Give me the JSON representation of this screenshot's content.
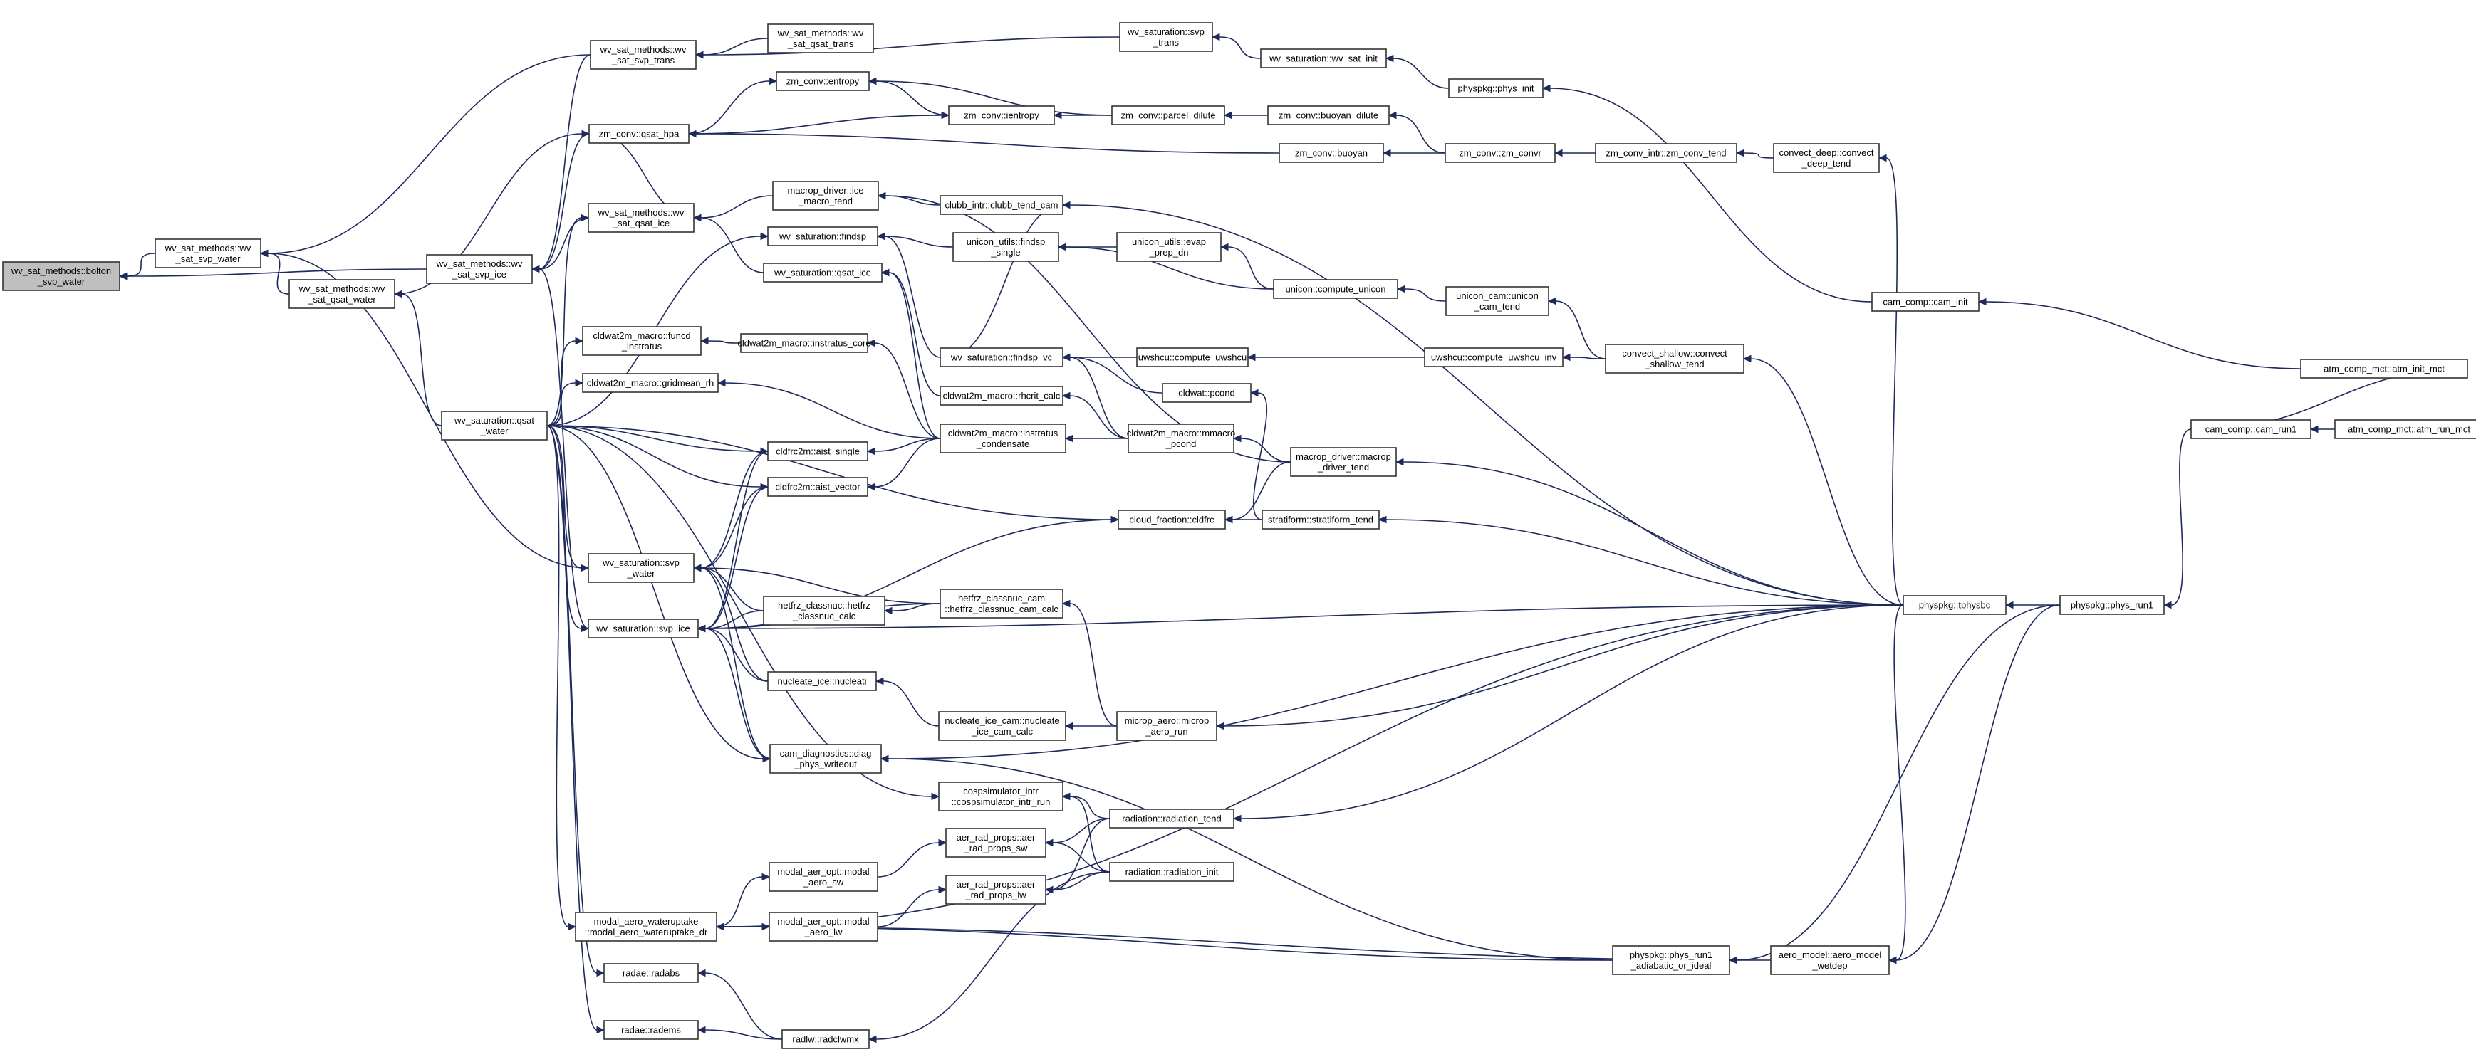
{
  "graph": {
    "nodes": [
      {
        "id": "n0",
        "lines": [
          "wv_sat_methods::bolton",
          "_svp_water"
        ],
        "root": true
      },
      {
        "id": "n1",
        "lines": [
          "wv_sat_methods::wv",
          "_sat_svp_water"
        ]
      },
      {
        "id": "n2",
        "lines": [
          "wv_sat_methods::wv",
          "_sat_svp_trans"
        ]
      },
      {
        "id": "n3",
        "lines": [
          "wv_sat_methods::wv",
          "_sat_qsat_trans"
        ]
      },
      {
        "id": "n4",
        "lines": [
          "wv_saturation::svp",
          "_trans"
        ]
      },
      {
        "id": "n5",
        "lines": [
          "wv_saturation::wv_sat_init"
        ]
      },
      {
        "id": "n6",
        "lines": [
          "physpkg::phys_init"
        ]
      },
      {
        "id": "n7",
        "lines": [
          "zm_conv::entropy"
        ]
      },
      {
        "id": "n8",
        "lines": [
          "zm_conv::ientropy"
        ]
      },
      {
        "id": "n9",
        "lines": [
          "zm_conv::parcel_dilute"
        ]
      },
      {
        "id": "n10",
        "lines": [
          "zm_conv::buoyan_dilute"
        ]
      },
      {
        "id": "n11",
        "lines": [
          "zm_conv::qsat_hpa"
        ]
      },
      {
        "id": "n12",
        "lines": [
          "zm_conv::buoyan"
        ]
      },
      {
        "id": "n13",
        "lines": [
          "zm_conv::zm_convr"
        ]
      },
      {
        "id": "n14",
        "lines": [
          "zm_conv_intr::zm_conv_tend"
        ]
      },
      {
        "id": "n15",
        "lines": [
          "convect_deep::convect",
          "_deep_tend"
        ]
      },
      {
        "id": "n16",
        "lines": [
          "macrop_driver::ice",
          "_macro_tend"
        ]
      },
      {
        "id": "n17",
        "lines": [
          "clubb_intr::clubb_tend_cam"
        ]
      },
      {
        "id": "n18",
        "lines": [
          "wv_sat_methods::wv",
          "_sat_qsat_ice"
        ]
      },
      {
        "id": "n19",
        "lines": [
          "wv_saturation::findsp"
        ]
      },
      {
        "id": "n20",
        "lines": [
          "unicon_utils::findsp",
          "_single"
        ]
      },
      {
        "id": "n21",
        "lines": [
          "unicon_utils::evap",
          "_prep_dn"
        ]
      },
      {
        "id": "n22",
        "lines": [
          "wv_sat_methods::wv",
          "_sat_svp_ice"
        ]
      },
      {
        "id": "n23",
        "lines": [
          "wv_saturation::qsat_ice"
        ]
      },
      {
        "id": "n24",
        "lines": [
          "unicon::compute_unicon"
        ]
      },
      {
        "id": "n25",
        "lines": [
          "unicon_cam::unicon",
          "_cam_tend"
        ]
      },
      {
        "id": "n26",
        "lines": [
          "cam_comp::cam_init"
        ]
      },
      {
        "id": "n27",
        "lines": [
          "wv_sat_methods::wv",
          "_sat_qsat_water"
        ]
      },
      {
        "id": "n28",
        "lines": [
          "cldwat2m_macro::funcd",
          "_instratus"
        ]
      },
      {
        "id": "n29",
        "lines": [
          "cldwat2m_macro::instratus_core"
        ]
      },
      {
        "id": "n30",
        "lines": [
          "wv_saturation::findsp_vc"
        ]
      },
      {
        "id": "n31",
        "lines": [
          "uwshcu::compute_uwshcu"
        ]
      },
      {
        "id": "n32",
        "lines": [
          "uwshcu::compute_uwshcu_inv"
        ]
      },
      {
        "id": "n33",
        "lines": [
          "convect_shallow::convect",
          "_shallow_tend"
        ]
      },
      {
        "id": "n34",
        "lines": [
          "atm_comp_mct::atm_init_mct"
        ]
      },
      {
        "id": "n35",
        "lines": [
          "cldwat::pcond"
        ]
      },
      {
        "id": "n36",
        "lines": [
          "cldwat2m_macro::gridmean_rh"
        ]
      },
      {
        "id": "n37",
        "lines": [
          "cldwat2m_macro::rhcrit_calc"
        ]
      },
      {
        "id": "n38",
        "lines": [
          "wv_saturation::qsat",
          "_water"
        ]
      },
      {
        "id": "n39",
        "lines": [
          "cldfrc2m::aist_single"
        ]
      },
      {
        "id": "n40",
        "lines": [
          "cldwat2m_macro::instratus",
          "_condensate"
        ]
      },
      {
        "id": "n41",
        "lines": [
          "cldwat2m_macro::mmacro",
          "_pcond"
        ]
      },
      {
        "id": "n42",
        "lines": [
          "macrop_driver::macrop",
          "_driver_tend"
        ]
      },
      {
        "id": "n43",
        "lines": [
          "cldfrc2m::aist_vector"
        ]
      },
      {
        "id": "n44",
        "lines": [
          "cam_comp::cam_run1"
        ]
      },
      {
        "id": "n45",
        "lines": [
          "atm_comp_mct::atm_run_mct"
        ]
      },
      {
        "id": "n46",
        "lines": [
          "cloud_fraction::cldfrc"
        ]
      },
      {
        "id": "n47",
        "lines": [
          "stratiform::stratiform_tend"
        ]
      },
      {
        "id": "n48",
        "lines": [
          "wv_saturation::svp",
          "_water"
        ]
      },
      {
        "id": "n49",
        "lines": [
          "hetfrz_classnuc::hetfrz",
          "_classnuc_calc"
        ]
      },
      {
        "id": "n50",
        "lines": [
          "hetfrz_classnuc_cam",
          "::hetfrz_classnuc_cam_calc"
        ]
      },
      {
        "id": "n51",
        "lines": [
          "wv_saturation::svp_ice"
        ]
      },
      {
        "id": "n52",
        "lines": [
          "physpkg::tphysbc"
        ]
      },
      {
        "id": "n53",
        "lines": [
          "physpkg::phys_run1"
        ]
      },
      {
        "id": "n54",
        "lines": [
          "nucleate_ice::nucleati"
        ]
      },
      {
        "id": "n55",
        "lines": [
          "nucleate_ice_cam::nucleate",
          "_ice_cam_calc"
        ]
      },
      {
        "id": "n56",
        "lines": [
          "microp_aero::microp",
          "_aero_run"
        ]
      },
      {
        "id": "n57",
        "lines": [
          "cam_diagnostics::diag",
          "_phys_writeout"
        ]
      },
      {
        "id": "n58",
        "lines": [
          "cospsimulator_intr",
          "::cospsimulator_intr_run"
        ]
      },
      {
        "id": "n59",
        "lines": [
          "radiation::radiation_tend"
        ]
      },
      {
        "id": "n60",
        "lines": [
          "aer_rad_props::aer",
          "_rad_props_sw"
        ]
      },
      {
        "id": "n61",
        "lines": [
          "modal_aer_opt::modal",
          "_aero_sw"
        ]
      },
      {
        "id": "n62",
        "lines": [
          "radiation::radiation_init"
        ]
      },
      {
        "id": "n63",
        "lines": [
          "aer_rad_props::aer",
          "_rad_props_lw"
        ]
      },
      {
        "id": "n64",
        "lines": [
          "modal_aer_opt::modal",
          "_aero_lw"
        ]
      },
      {
        "id": "n65",
        "lines": [
          "modal_aero_wateruptake",
          "::modal_aero_wateruptake_dr"
        ]
      },
      {
        "id": "n66",
        "lines": [
          "physpkg::phys_run1",
          "_adiabatic_or_ideal"
        ]
      },
      {
        "id": "n67",
        "lines": [
          "aero_model::aero_model",
          "_wetdep"
        ]
      },
      {
        "id": "n68",
        "lines": [
          "radae::radabs"
        ]
      },
      {
        "id": "n69",
        "lines": [
          "radae::radems"
        ]
      },
      {
        "id": "n70",
        "lines": [
          "radlw::radclwmx"
        ]
      }
    ]
  }
}
